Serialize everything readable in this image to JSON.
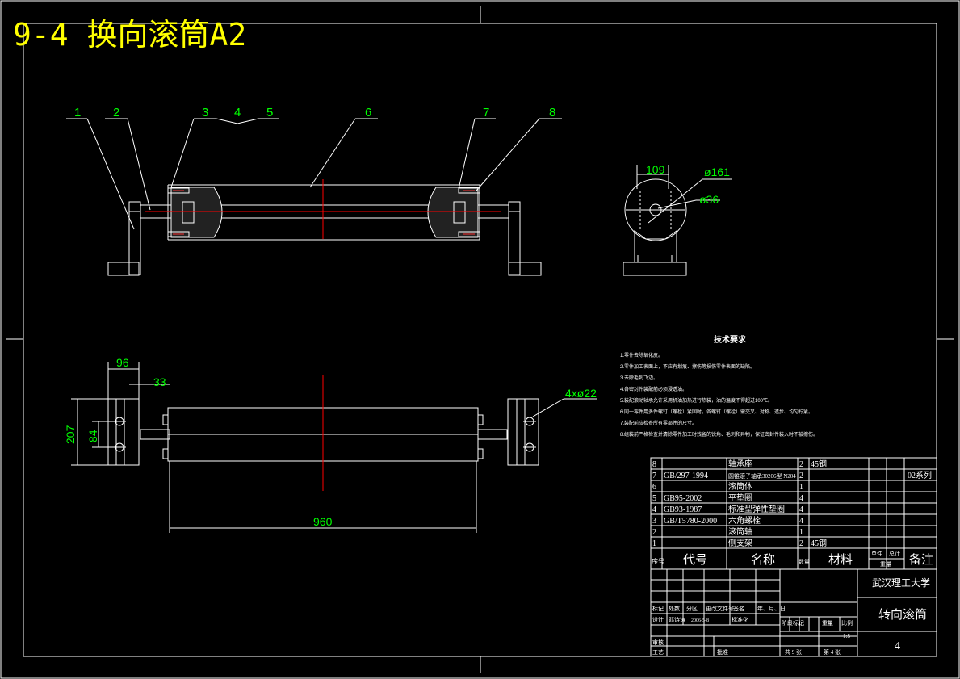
{
  "title": "9-4 换向滚筒A2",
  "colors": {
    "background": "#000000",
    "line": "#ffffff",
    "dimension": "#00ff00",
    "center": "#ff0000",
    "title": "#ffff00"
  },
  "balloons": [
    "1",
    "2",
    "3",
    "4",
    "5",
    "6",
    "7",
    "8"
  ],
  "dims": {
    "side_width": "109",
    "outer_dia": "ø161",
    "inner_dia": "ø36",
    "base_width": "96",
    "offset": "33",
    "height": "207",
    "bolt_spacing": "84",
    "length": "960",
    "holes": "4xø22"
  },
  "tech": {
    "heading": "技术要求",
    "notes": [
      "1.零件去除氧化皮。",
      "2.零件加工表面上，不应有划痕、擦伤等损伤零件表面的缺陷。",
      "3.去除毛刺飞边。",
      "4.各密封件装配前必须浸透油。",
      "5.装配滚动轴承允许采用机油加热进行热装，油的温度不得超过100℃。",
      "6.同一零件用多件螺钉（螺栓）紧固时，各螺钉（螺栓）需交叉、对称、逐步、均匀拧紧。",
      "7.装配前应检查所有零部件的尺寸。",
      "8.组装前严格检查并清除零件加工时残留的锐角、毛刺和异物，保证密封件装入时不被擦伤。"
    ]
  },
  "bom": {
    "rows": [
      {
        "no": "8",
        "code": "",
        "name": "轴承座",
        "qty": "2",
        "material": "45钢",
        "note": ""
      },
      {
        "no": "7",
        "code": "GB/297-1994",
        "name": "圆锥滚子轴承30206型 N204",
        "qty": "2",
        "material": "",
        "note": "02系列"
      },
      {
        "no": "6",
        "code": "",
        "name": "滚筒体",
        "qty": "1",
        "material": "",
        "note": ""
      },
      {
        "no": "5",
        "code": "GB95-2002",
        "name": "平垫圈",
        "qty": "4",
        "material": "",
        "note": ""
      },
      {
        "no": "4",
        "code": "GB93-1987",
        "name": "标准型弹性垫圈",
        "qty": "4",
        "material": "",
        "note": ""
      },
      {
        "no": "3",
        "code": "GB/T5780-2000",
        "name": "六角螺栓",
        "qty": "4",
        "material": "",
        "note": ""
      },
      {
        "no": "2",
        "code": "",
        "name": "滚筒轴",
        "qty": "1",
        "material": "",
        "note": ""
      },
      {
        "no": "1",
        "code": "",
        "name": "侧支架",
        "qty": "2",
        "material": "45钢",
        "note": ""
      }
    ],
    "header": {
      "no": "序号",
      "code": "代号",
      "name": "名称",
      "qty": "数量",
      "material": "材料",
      "unit": "单件",
      "total": "总计",
      "weight": "重量",
      "note": "备注"
    }
  },
  "titleblock": {
    "school": "武汉理工大学",
    "drawing": "转向滚筒",
    "number": "4",
    "mark": "标记",
    "count": "处数",
    "zone": "分区",
    "docno": "更改文件号",
    "sign": "签名",
    "date": "年、月、日",
    "design": "设计",
    "designer": "邓诗涛",
    "designdate": "2006-5-8",
    "std": "标准化",
    "stage": "阶段标记",
    "weight": "重量",
    "scale": "比例",
    "scaleval": "1:5",
    "audit": "审核",
    "process": "工艺",
    "approve": "批准",
    "sheets": "共 9 张",
    "sheet": "第 4 张"
  }
}
